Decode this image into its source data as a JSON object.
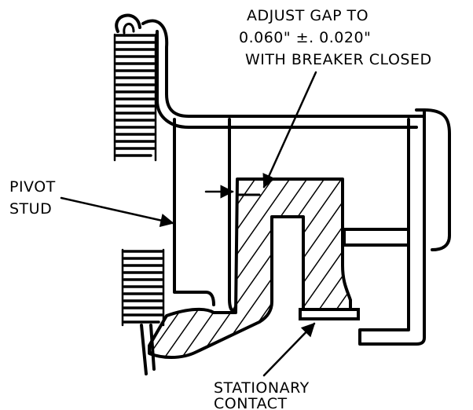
{
  "labels": {
    "adjust_line1": "ADJUST GAP TO",
    "adjust_line2": "0.060\" ±. 0.020\"",
    "adjust_line3": "WITH BREAKER CLOSED",
    "pivot_line1": "PIVOT",
    "pivot_line2": "STUD",
    "stationary_line1": "STATIONARY",
    "stationary_line2": "CONTACT"
  },
  "colors": {
    "ink": "#000000",
    "background": "#ffffff"
  }
}
